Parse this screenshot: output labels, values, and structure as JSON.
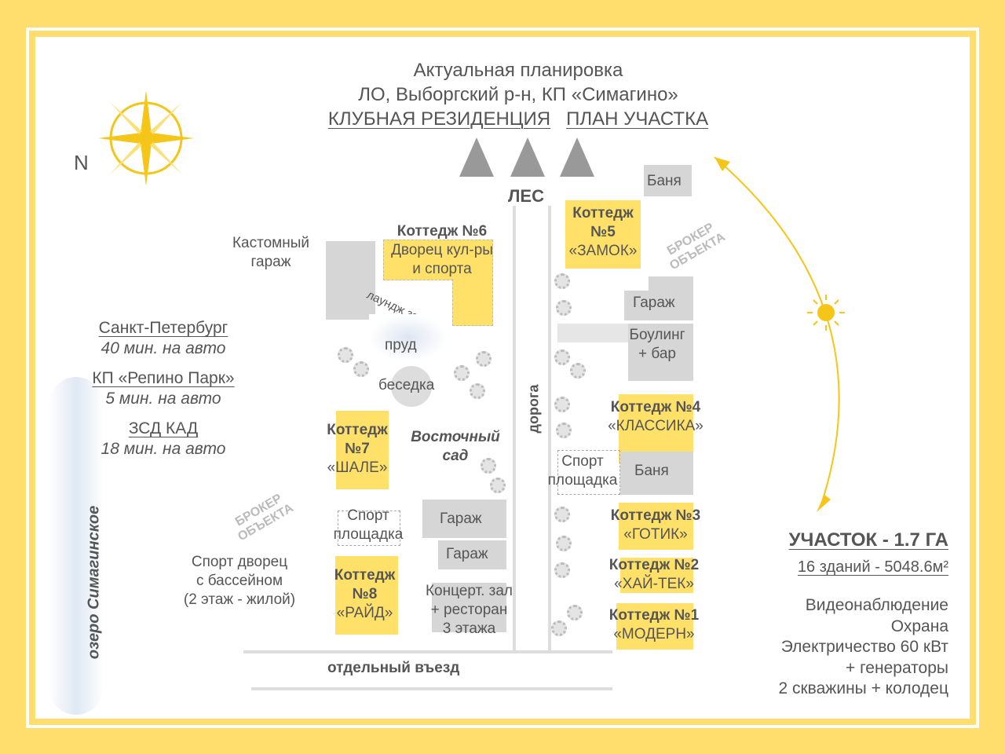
{
  "header": {
    "line1": "Актуальная планировка",
    "line2": "ЛО, Выборгский р-н, КП «Симагино»",
    "link1": "КЛУБНАЯ РЕЗИДЕНЦИЯ",
    "link2": "ПЛАН УЧАСТКА"
  },
  "compass": {
    "north": "N"
  },
  "forest": "ЛЕС",
  "road": "дорога",
  "separate_entry": "отдельный въезд",
  "lake": "озеро Симагинское",
  "distances": [
    {
      "place": "Санкт-Петербург",
      "time": "40 мин. на авто"
    },
    {
      "place": "КП «Репино Парк»",
      "time": "5 мин. на авто"
    },
    {
      "place": "ЗСД  КАД",
      "time": "18 мин. на авто"
    }
  ],
  "buildings": {
    "banya1": "Баня",
    "c5": [
      "Коттедж",
      "№5",
      "«ЗАМОК»"
    ],
    "garage_r": "Гараж",
    "bowling": [
      "Боулинг",
      "+ бар"
    ],
    "c4": [
      "Коттедж №4",
      "«КЛАССИКА»"
    ],
    "sport_r": [
      "Спорт",
      "площадка"
    ],
    "banya2": "Баня",
    "c3": [
      "Коттедж №3",
      "«ГОТИК»"
    ],
    "c2": [
      "Коттедж №2",
      "«ХАЙ-ТЕК»"
    ],
    "c1": [
      "Коттедж №1",
      "«МОДЕРН»"
    ],
    "custom_garage": [
      "Кастомный",
      "гараж"
    ],
    "c6": [
      "Коттедж №6",
      "Дворец кул-ры",
      "и спорта"
    ],
    "lounge": "лаундж зона",
    "pond": "пруд",
    "gazebo": "беседка",
    "garden": [
      "Восточный",
      "сад"
    ],
    "c7": [
      "Коттедж",
      "№7",
      "«ШАЛЕ»"
    ],
    "sport_l": [
      "Спорт",
      "площадка"
    ],
    "garage_l1": "Гараж",
    "garage_l2": "Гараж",
    "concert": [
      "Концерт. зал",
      "+ ресторан",
      "3 этажа"
    ],
    "c8": [
      "Коттедж",
      "№8",
      "«РАЙД»"
    ],
    "sport_palace": [
      "Спорт дворец",
      "с бассейном",
      "(2 этаж - жилой)"
    ]
  },
  "watermark": [
    "БРОКЕР",
    "ОБЪЕКТА"
  ],
  "summary": {
    "area": "УЧАСТОК - 1.7 ГА",
    "buildings": "16 зданий - 5048.6м²",
    "features": [
      "Видеонаблюдение",
      "Охрана",
      "Электричество 60 кВт",
      "+ генераторы",
      "2 скважины + колодец"
    ]
  }
}
